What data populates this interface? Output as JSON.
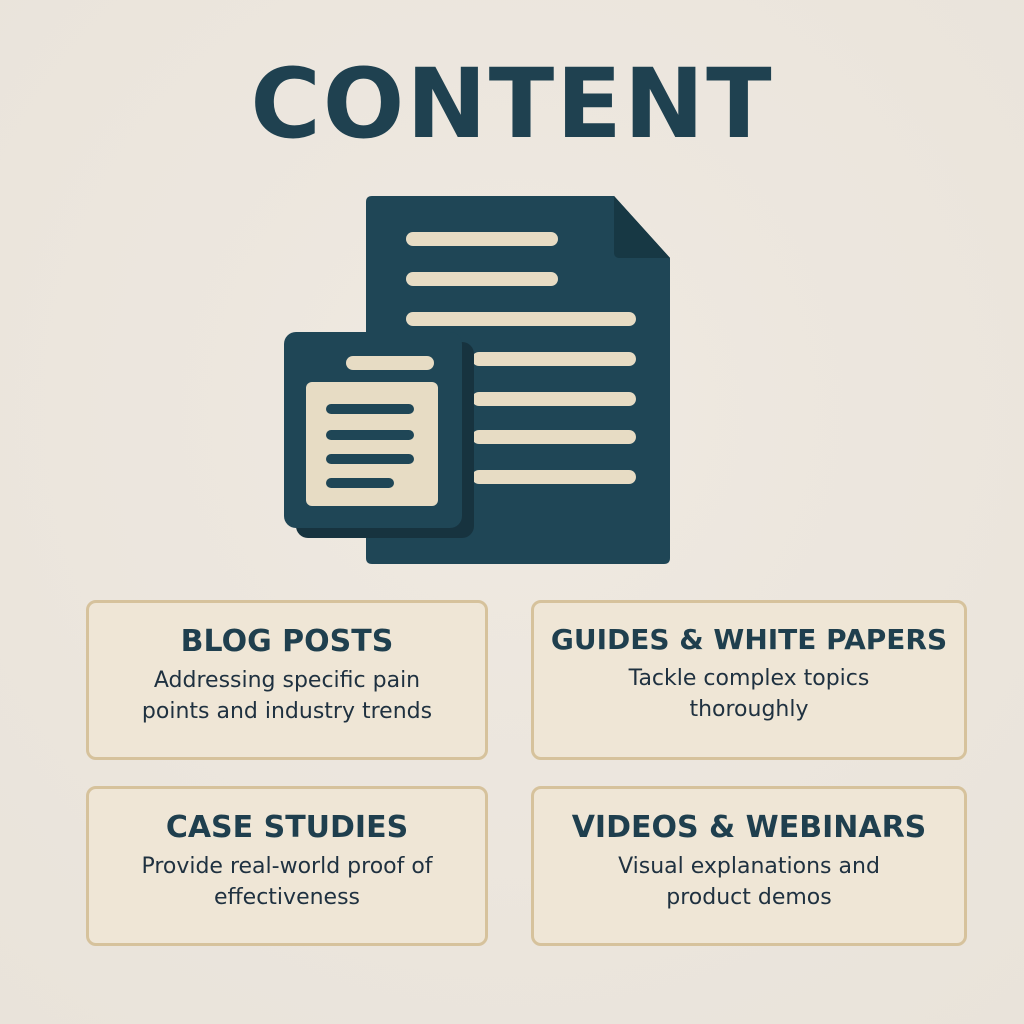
{
  "title": "CONTENT",
  "colors": {
    "background": "#ece6de",
    "primary": "#1f4150",
    "card_fill": "#efe6d6",
    "card_border": "#d6c29c",
    "doc_lines": "#e7dcc4"
  },
  "illustration": {
    "icon": "document-stack-icon"
  },
  "cards": [
    {
      "title": "BLOG POSTS",
      "description": "Addressing specific pain points and industry trends"
    },
    {
      "title": "GUIDES & WHITE PAPERS",
      "description": "Tackle complex topics thoroughly"
    },
    {
      "title": "CASE STUDIES",
      "description": "Provide real-world proof of effectiveness"
    },
    {
      "title": "VIDEOS & WEBINARS",
      "description": "Visual explanations and product demos"
    }
  ]
}
